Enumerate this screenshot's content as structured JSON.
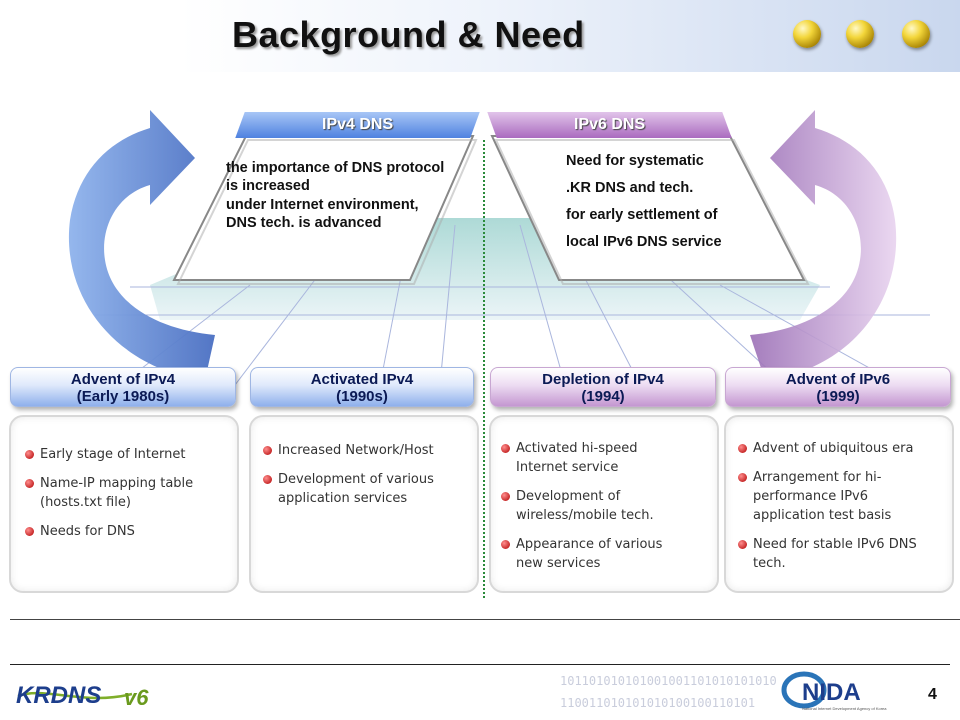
{
  "header": {
    "title": "Background & Need"
  },
  "top_boxes": {
    "ipv4": {
      "tab": "IPv4 DNS",
      "lines": [
        "the importance of DNS protocol",
        "is increased",
        "under Internet environment,",
        "DNS tech. is advanced"
      ]
    },
    "ipv6": {
      "tab": "IPv6 DNS",
      "lines": [
        "Need for systematic",
        ".KR DNS and tech.",
        "for early settlement of",
        "local IPv6 DNS service"
      ]
    }
  },
  "phases": [
    {
      "title_line1": "Advent of IPv4",
      "title_line2": "(Early 1980s)",
      "color": "blue",
      "items": [
        [
          "Early stage of Internet"
        ],
        [
          "Name-IP mapping table",
          "(hosts.txt file)"
        ],
        [
          "Needs for DNS"
        ]
      ]
    },
    {
      "title_line1": "Activated IPv4",
      "title_line2": "(1990s)",
      "color": "blue",
      "items": [
        [
          "Increased Network/Host"
        ],
        [
          "Development of various",
          "application services"
        ]
      ]
    },
    {
      "title_line1": "Depletion of IPv4",
      "title_line2": "(1994)",
      "color": "purple",
      "items": [
        [
          "Activated hi-speed",
          "Internet service"
        ],
        [
          "Development of",
          "wireless/mobile tech."
        ],
        [
          "Appearance of various",
          "new services"
        ]
      ]
    },
    {
      "title_line1": "Advent of IPv6",
      "title_line2": "(1999)",
      "color": "purple",
      "items": [
        [
          "Advent of ubiquitous era"
        ],
        [
          "Arrangement for hi-",
          "performance IPv6",
          "application test basis"
        ],
        [
          "Need for stable IPv6 DNS",
          "tech."
        ]
      ]
    }
  ],
  "footer": {
    "logo_left": "KRDNS",
    "logo_left_suffix": "v6",
    "logo_right": "NIDA",
    "logo_right_sub": "National Internet Development Agency of Korea",
    "binary_line1": "101101010101001001101010101010",
    "binary_line2": "110011010101010100100110101",
    "page_number": "4"
  },
  "colors": {
    "blue_tab": "#5b8ee8",
    "purple_tab": "#b276c4",
    "bullet": "#c00000",
    "title": "#111111"
  }
}
